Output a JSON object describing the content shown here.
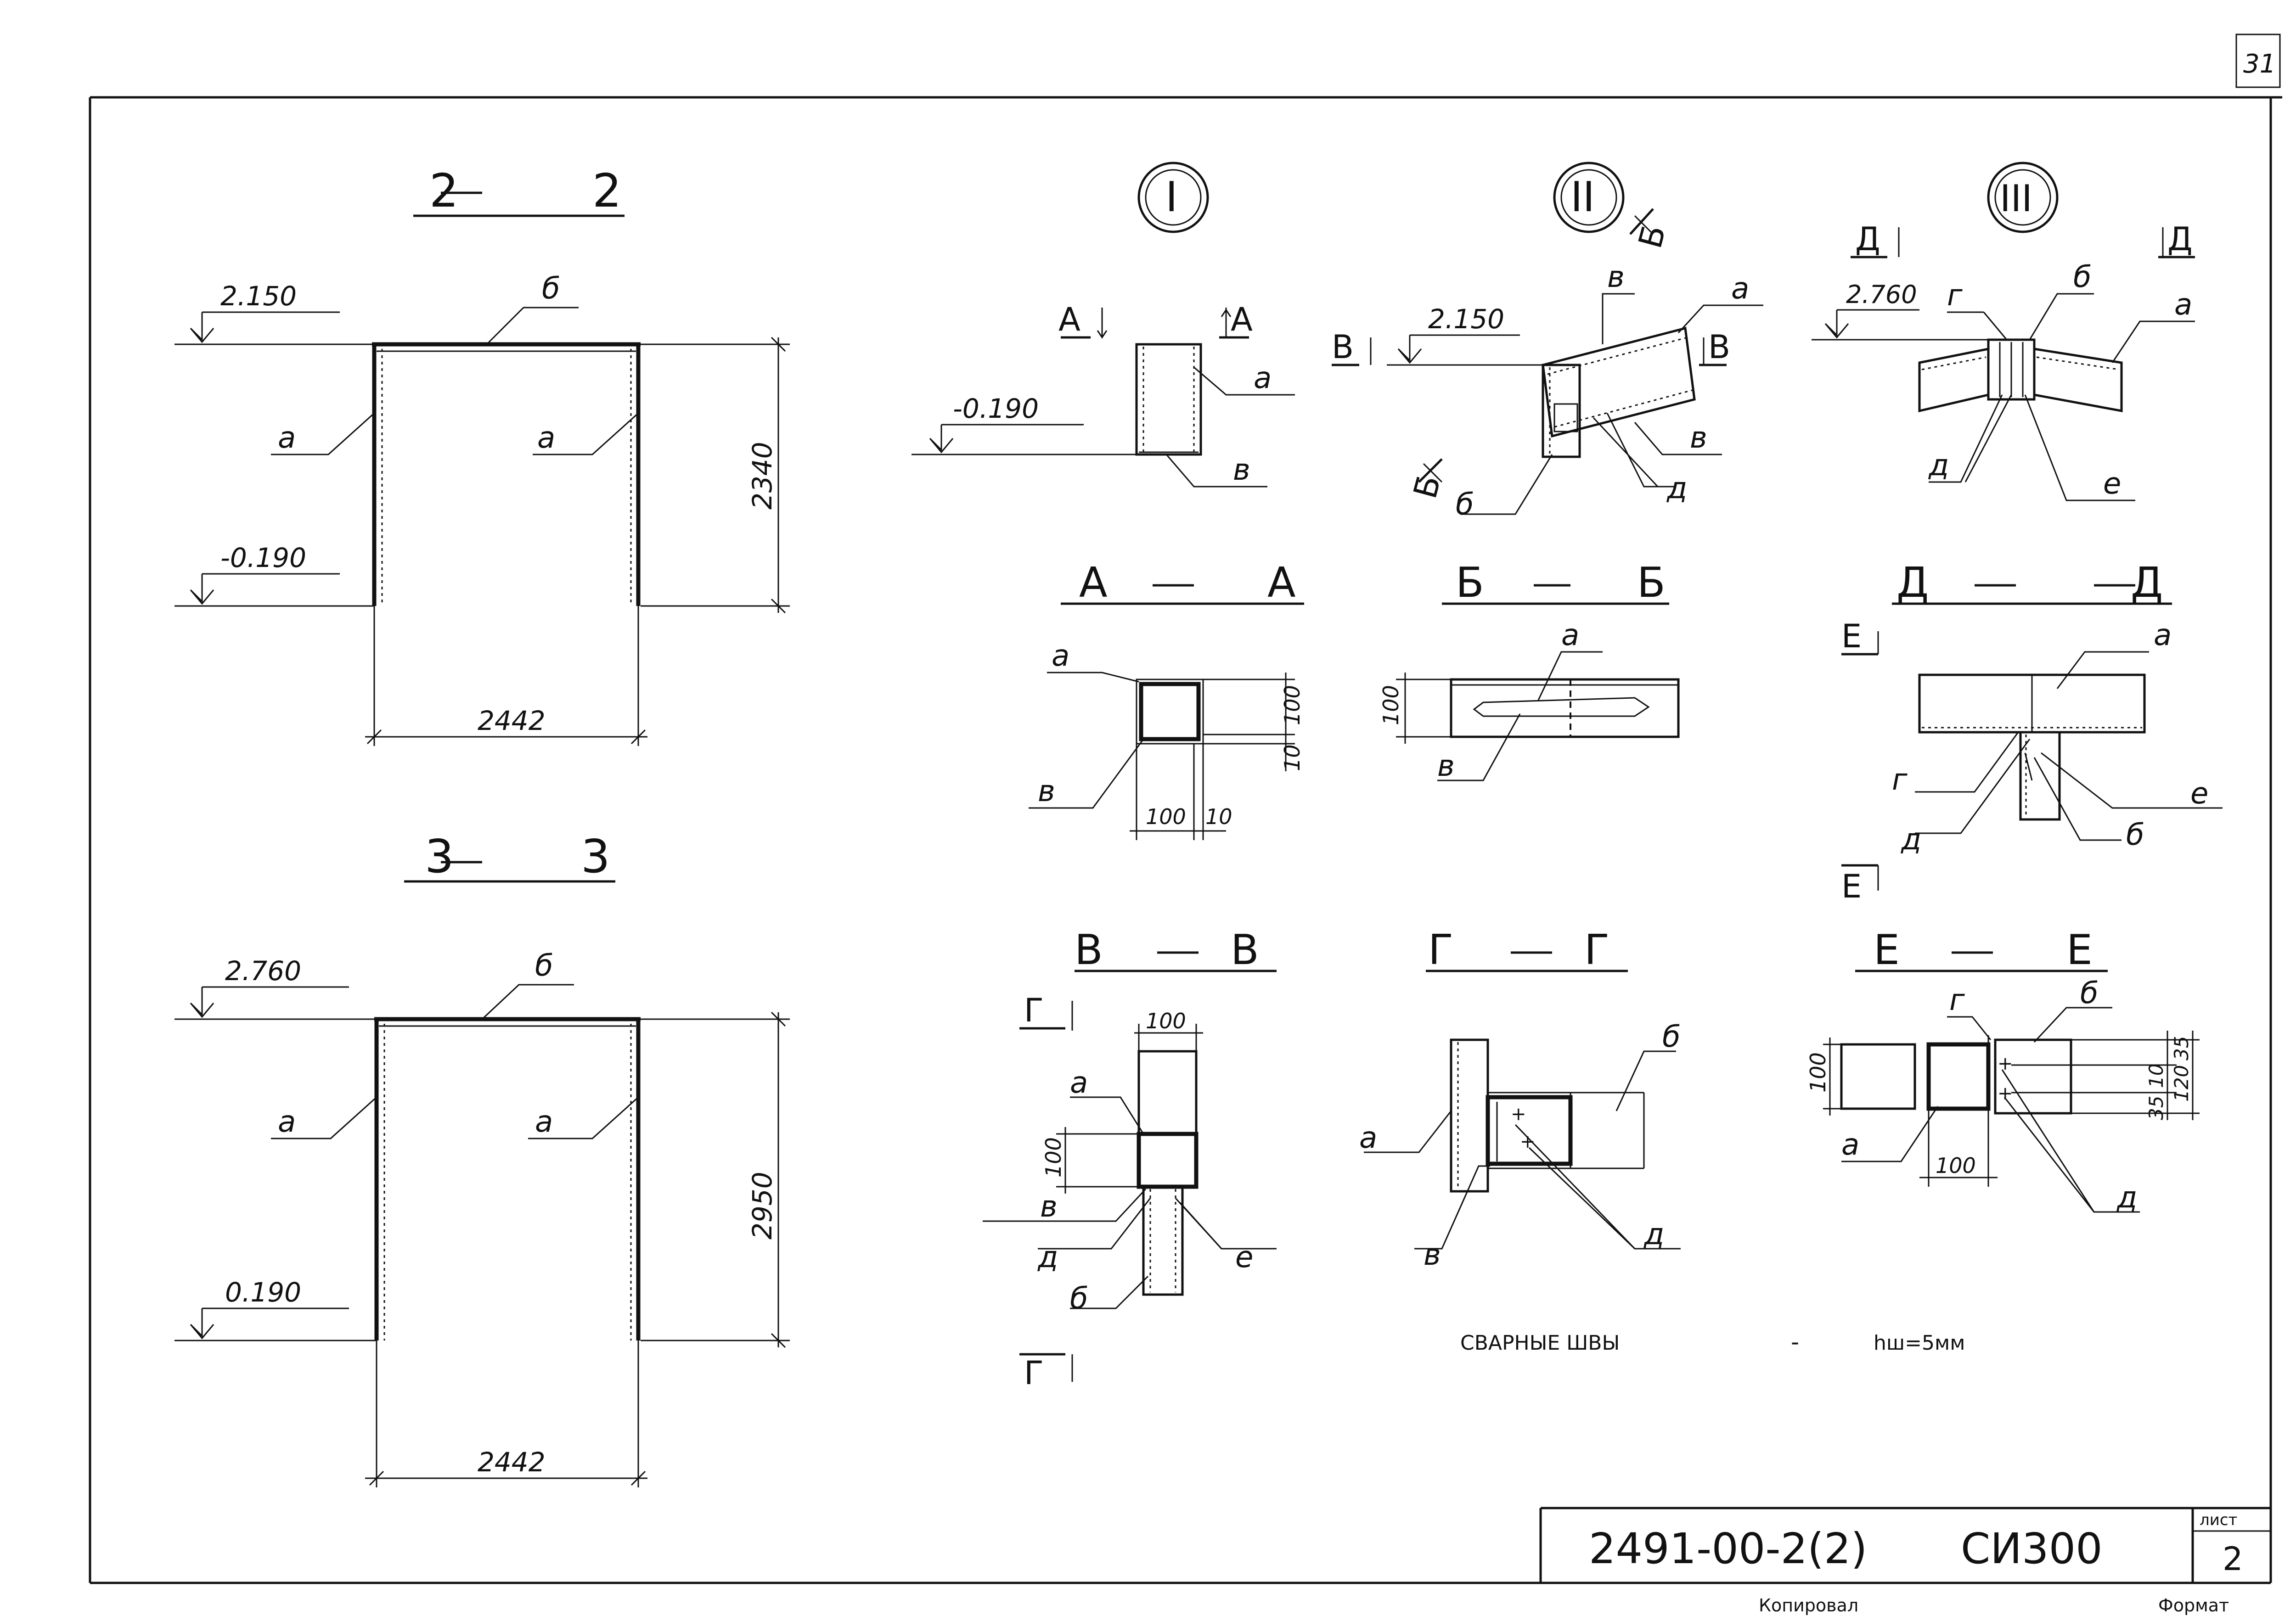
{
  "sheet": {
    "sheet_corner_number": "31",
    "designation": "2491-00-2(2)",
    "series": "СИ300",
    "sheet_label": "лист",
    "sheet_number": "2",
    "copied_label": "Копировал",
    "format_label": "Формат"
  },
  "section_2_2": {
    "title_left": "2",
    "title_right": "2",
    "level_top": "2.150",
    "level_bottom": "-0.190",
    "height_dim": "2340",
    "width_dim": "2442",
    "label_top": "б",
    "label_left": "а",
    "label_right": "а"
  },
  "section_3_3": {
    "title_left": "3",
    "title_right": "3",
    "level_top": "2.760",
    "level_bottom": "0.190",
    "height_dim": "2950",
    "width_dim": "2442",
    "label_top": "б",
    "label_left": "а",
    "label_right": "а"
  },
  "node_I": {
    "roman": "I",
    "cut_left": "А",
    "cut_right": "А",
    "level": "-0.190",
    "label_a": "а",
    "label_v": "в"
  },
  "node_II": {
    "roman": "II",
    "cut_b_top": "Б",
    "cut_b_bottom": "Б",
    "cut_v_left": "В",
    "cut_v_right": "В",
    "level": "2.150",
    "label_v_top": "в",
    "label_a": "а",
    "label_v": "в",
    "label_d": "д",
    "label_b": "б"
  },
  "node_III": {
    "roman": "III",
    "cut_left": "Д",
    "cut_right": "Д",
    "level": "2.760",
    "label_g": "г",
    "label_b": "б",
    "label_a": "а",
    "label_d": "д",
    "label_e": "е"
  },
  "section_A_A": {
    "title_left": "А",
    "title_right": "А",
    "label_a": "а",
    "label_v": "в",
    "dim_height": "100",
    "dim_thk_v": "10",
    "dim_width": "100",
    "dim_thk_h": "10"
  },
  "section_B_B": {
    "title_left": "Б",
    "title_right": "Б",
    "label_a": "а",
    "label_v": "в",
    "dim_height": "100"
  },
  "section_D_D": {
    "title_left": "Д",
    "title_right": "Д",
    "cut_top": "Е",
    "cut_bottom": "Е",
    "label_a": "а",
    "label_g": "г",
    "label_d": "д",
    "label_e": "е",
    "label_b": "б"
  },
  "section_V_V": {
    "title_left": "В",
    "title_right": "В",
    "cut_top": "Г",
    "cut_bottom": "Г",
    "dim_top": "100",
    "dim_left": "100",
    "label_a": "а",
    "label_v": "в",
    "label_d": "д",
    "label_e": "е",
    "label_b": "б"
  },
  "section_G_G": {
    "title_left": "Г",
    "title_right": "Г",
    "label_b": "б",
    "label_a": "а",
    "label_v": "в",
    "label_d": "д"
  },
  "section_E_E": {
    "title_left": "Е",
    "title_right": "Е",
    "label_g": "г",
    "label_b": "б",
    "label_a": "а",
    "label_d": "д",
    "dim_left": "100",
    "dim_bottom": "100",
    "dim_35_top": "35",
    "dim_10": "10",
    "dim_120": "120",
    "dim_35_bottom": "35"
  },
  "note": {
    "welds_label": "СВАРНЫЕ ШВЫ",
    "dash": "-",
    "weld_size": "hш=5мм"
  }
}
